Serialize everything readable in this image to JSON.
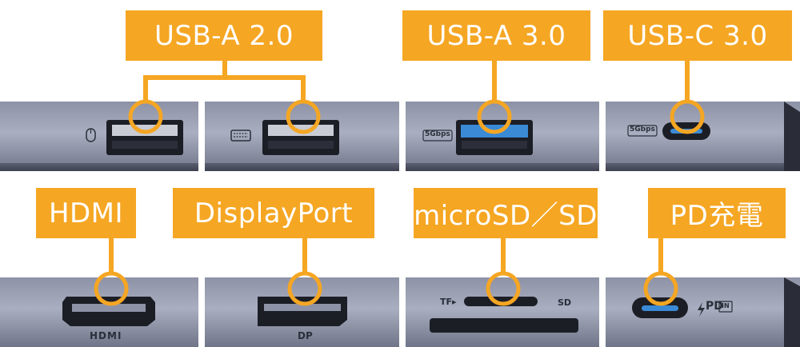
{
  "labels": {
    "usba2": "USB-A 2.0",
    "usba3": "USB-A 3.0",
    "usbc3": "USB-C 3.0",
    "hdmi": "HDMI",
    "displayport": "DisplayPort",
    "sd": "microSD／SD",
    "pd": "PD充電"
  },
  "markings": {
    "speed1": "5Gbps",
    "speed2": "5Gbps",
    "hdmi": "HDMI",
    "dp": "DP",
    "tf": "TF▸",
    "sd": "SD",
    "pd": "PD",
    "pd_in": "IN"
  },
  "colors": {
    "accent": "#f5a623",
    "port_blue": "#3a8ad6"
  },
  "icons": [
    "mouse-icon",
    "keyboard-icon",
    "power-bolt-icon"
  ]
}
